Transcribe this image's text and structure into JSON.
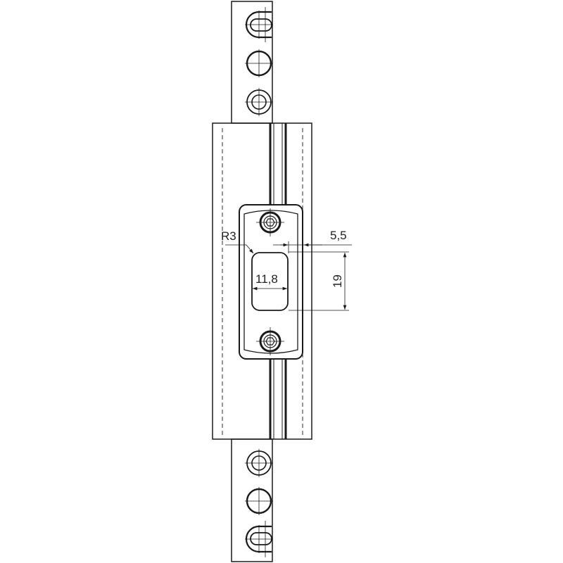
{
  "drawing": {
    "dimensions": {
      "radius": "R3",
      "offset": "5,5",
      "slot_width": "11,8",
      "slot_height": "19"
    },
    "colors": {
      "line": "#1a1a1a",
      "background": "#ffffff"
    }
  }
}
